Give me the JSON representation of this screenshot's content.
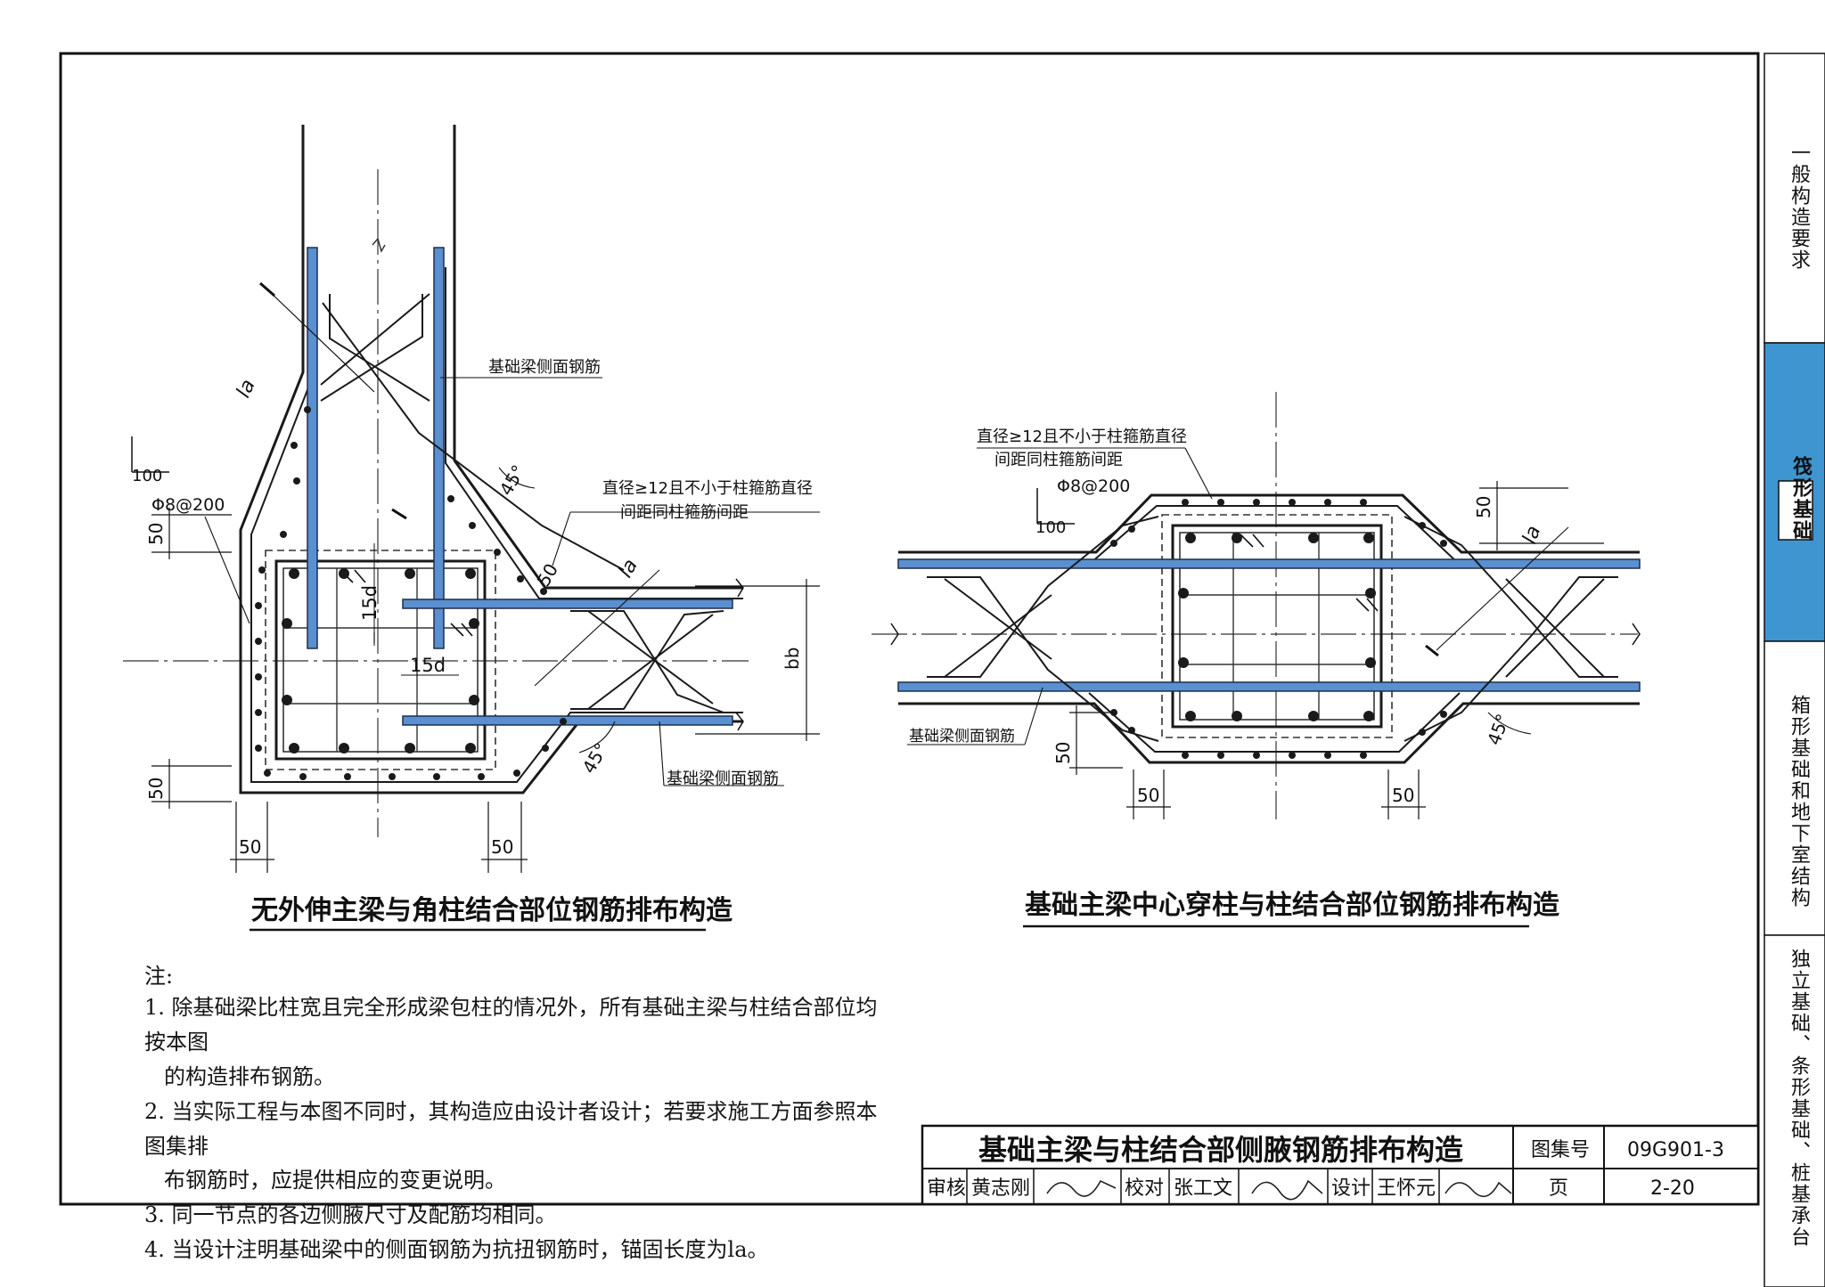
{
  "left_drawing": {
    "title": "无外伸主梁与角柱结合部位钢筋排布构造",
    "labels": {
      "side_rebar_top": "基础梁侧面钢筋",
      "side_rebar_bottom": "基础梁侧面钢筋",
      "diameter_note_1": "直径≥12且不小于柱箍筋直径",
      "diameter_note_2": "间距同柱箍筋间距",
      "stirrup": "Φ8@200",
      "dim_100": "100",
      "dim_50_a": "50",
      "dim_50_b": "50",
      "dim_50_c": "50",
      "dim_50_d": "50",
      "dim_50_e": "50",
      "dim_15d_a": "15d",
      "dim_15d_b": "15d",
      "angle": "45°",
      "la_1": "la",
      "la_2": "la",
      "bb": "bb"
    }
  },
  "right_drawing": {
    "title": "基础主梁中心穿柱与柱结合部位钢筋排布构造",
    "labels": {
      "diameter_note_1": "直径≥12且不小于柱箍筋直径",
      "diameter_note_2": "间距同柱箍筋间距",
      "stirrup": "Φ8@200",
      "dim_100": "100",
      "dim_50_a": "50",
      "dim_50_b": "50",
      "dim_50_c": "50",
      "dim_50_d": "50",
      "side_rebar": "基础梁侧面钢筋",
      "angle": "45°",
      "la": "la"
    }
  },
  "notes": {
    "heading": "注:",
    "items": [
      {
        "first": "1. 除基础梁比柱宽且完全形成梁包柱的情况外，所有基础主梁与柱结合部位均按本图",
        "second": "的构造排布钢筋。"
      },
      {
        "first": "2. 当实际工程与本图不同时，其构造应由设计者设计；若要求施工方面参照本图集排",
        "second": "布钢筋时，应提供相应的变更说明。"
      },
      {
        "first": "3. 同一节点的各边侧腋尺寸及配筋均相同。",
        "second": ""
      },
      {
        "first": "4. 当设计注明基础梁中的侧面钢筋为抗扭钢筋时，锚固长度为la。",
        "second": ""
      }
    ]
  },
  "title_block": {
    "title": "基础主梁与柱结合部侧腋钢筋排布构造",
    "atlas_label": "图集号",
    "atlas_no": "09G901-3",
    "page_label": "页",
    "page_no": "2-20",
    "review_label": "审核",
    "reviewer": "黄志刚",
    "check_label": "校对",
    "checker": "张工文",
    "design_label": "设计",
    "designer": "王怀元"
  },
  "side_tabs": [
    {
      "label": "一般构造要求",
      "active": false
    },
    {
      "label": "筏形基础",
      "active": true
    },
    {
      "label": "箱形基础和地下室结构",
      "active": false
    },
    {
      "label": "独立基础、条形基础、桩基承台",
      "active": false
    }
  ],
  "colors": {
    "rebar": "#5a8fd0",
    "rebar_edge": "#1d2f4a",
    "tab_active": "#3f95cf",
    "line": "#1a1a1a"
  }
}
